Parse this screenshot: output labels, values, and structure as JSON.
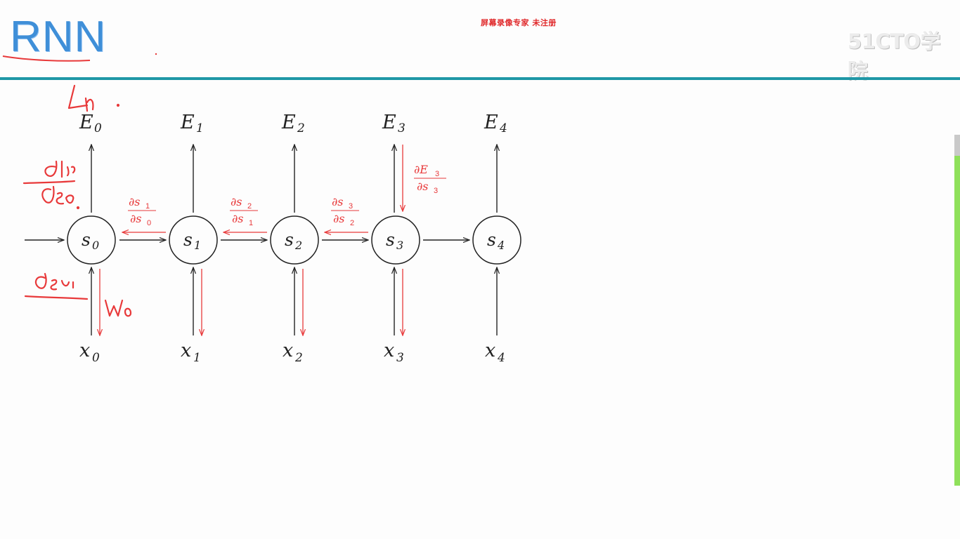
{
  "slide": {
    "title": "RNN",
    "watermark": "屏幕录像专家 未注册",
    "brand": "51CTO学院"
  },
  "colors": {
    "title_blue": "#3f8fd8",
    "rule_teal": "#1f97a6",
    "ink": "#222222",
    "annotation_red": "#e8393a",
    "watermark_red": "#e0282a"
  },
  "diagram": {
    "states": [
      {
        "base": "s",
        "sub": "0"
      },
      {
        "base": "s",
        "sub": "1"
      },
      {
        "base": "s",
        "sub": "2"
      },
      {
        "base": "s",
        "sub": "3"
      },
      {
        "base": "s",
        "sub": "4"
      }
    ],
    "errors": [
      {
        "base": "E",
        "sub": "0"
      },
      {
        "base": "E",
        "sub": "1"
      },
      {
        "base": "E",
        "sub": "2"
      },
      {
        "base": "E",
        "sub": "3"
      },
      {
        "base": "E",
        "sub": "4"
      }
    ],
    "inputs": [
      {
        "base": "x",
        "sub": "0"
      },
      {
        "base": "x",
        "sub": "1"
      },
      {
        "base": "x",
        "sub": "2"
      },
      {
        "base": "x",
        "sub": "3"
      },
      {
        "base": "x",
        "sub": "4"
      }
    ],
    "gradient_labels": [
      {
        "num": "∂s",
        "num_sub": "1",
        "den": "∂s",
        "den_sub": "0"
      },
      {
        "num": "∂s",
        "num_sub": "2",
        "den": "∂s",
        "den_sub": "1"
      },
      {
        "num": "∂s",
        "num_sub": "3",
        "den": "∂s",
        "den_sub": "2"
      }
    ],
    "output_gradient": {
      "num": "∂E",
      "num_sub": "3",
      "den": "∂s",
      "den_sub": "3"
    }
  }
}
